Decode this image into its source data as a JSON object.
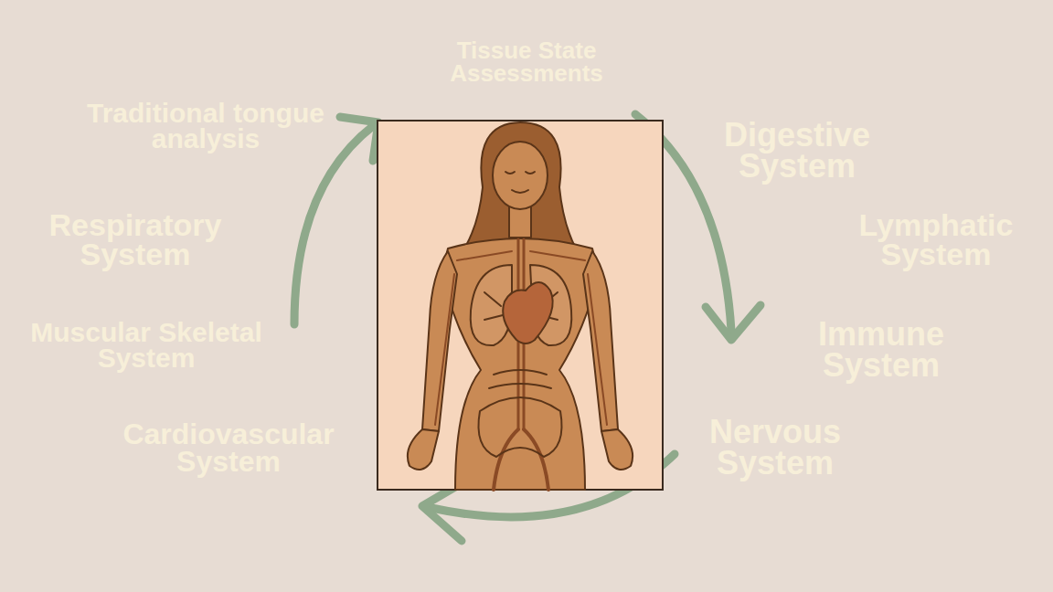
{
  "diagram": {
    "labels": [
      "Tissue State Assessments",
      "Traditional tongue analysis",
      "Digestive System",
      "Lymphatic System",
      "Respiratory System",
      "Immune System",
      "Muscular Skeletal System",
      "Nervous System",
      "Cardiovascular System"
    ]
  }
}
